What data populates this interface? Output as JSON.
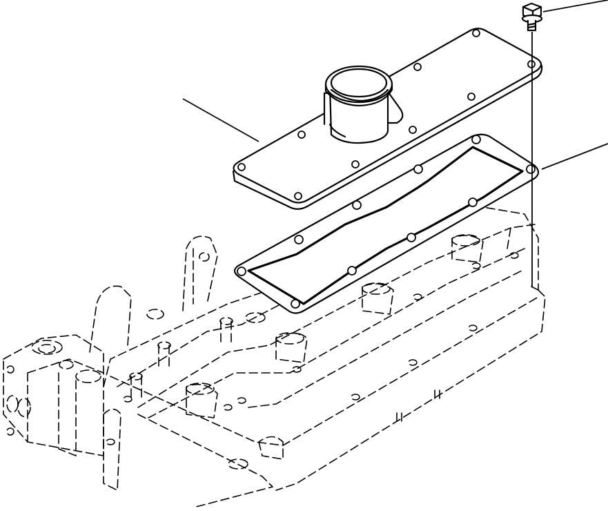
{
  "diagram": {
    "type": "exploded-parts-view",
    "callouts": [
      {
        "id": "bolt",
        "icon": "bolt-icon"
      },
      {
        "id": "cover",
        "icon": "cover-plate-icon"
      },
      {
        "id": "gasket",
        "icon": "gasket-icon"
      }
    ],
    "line_color": "#000000",
    "background": "#ffffff"
  }
}
